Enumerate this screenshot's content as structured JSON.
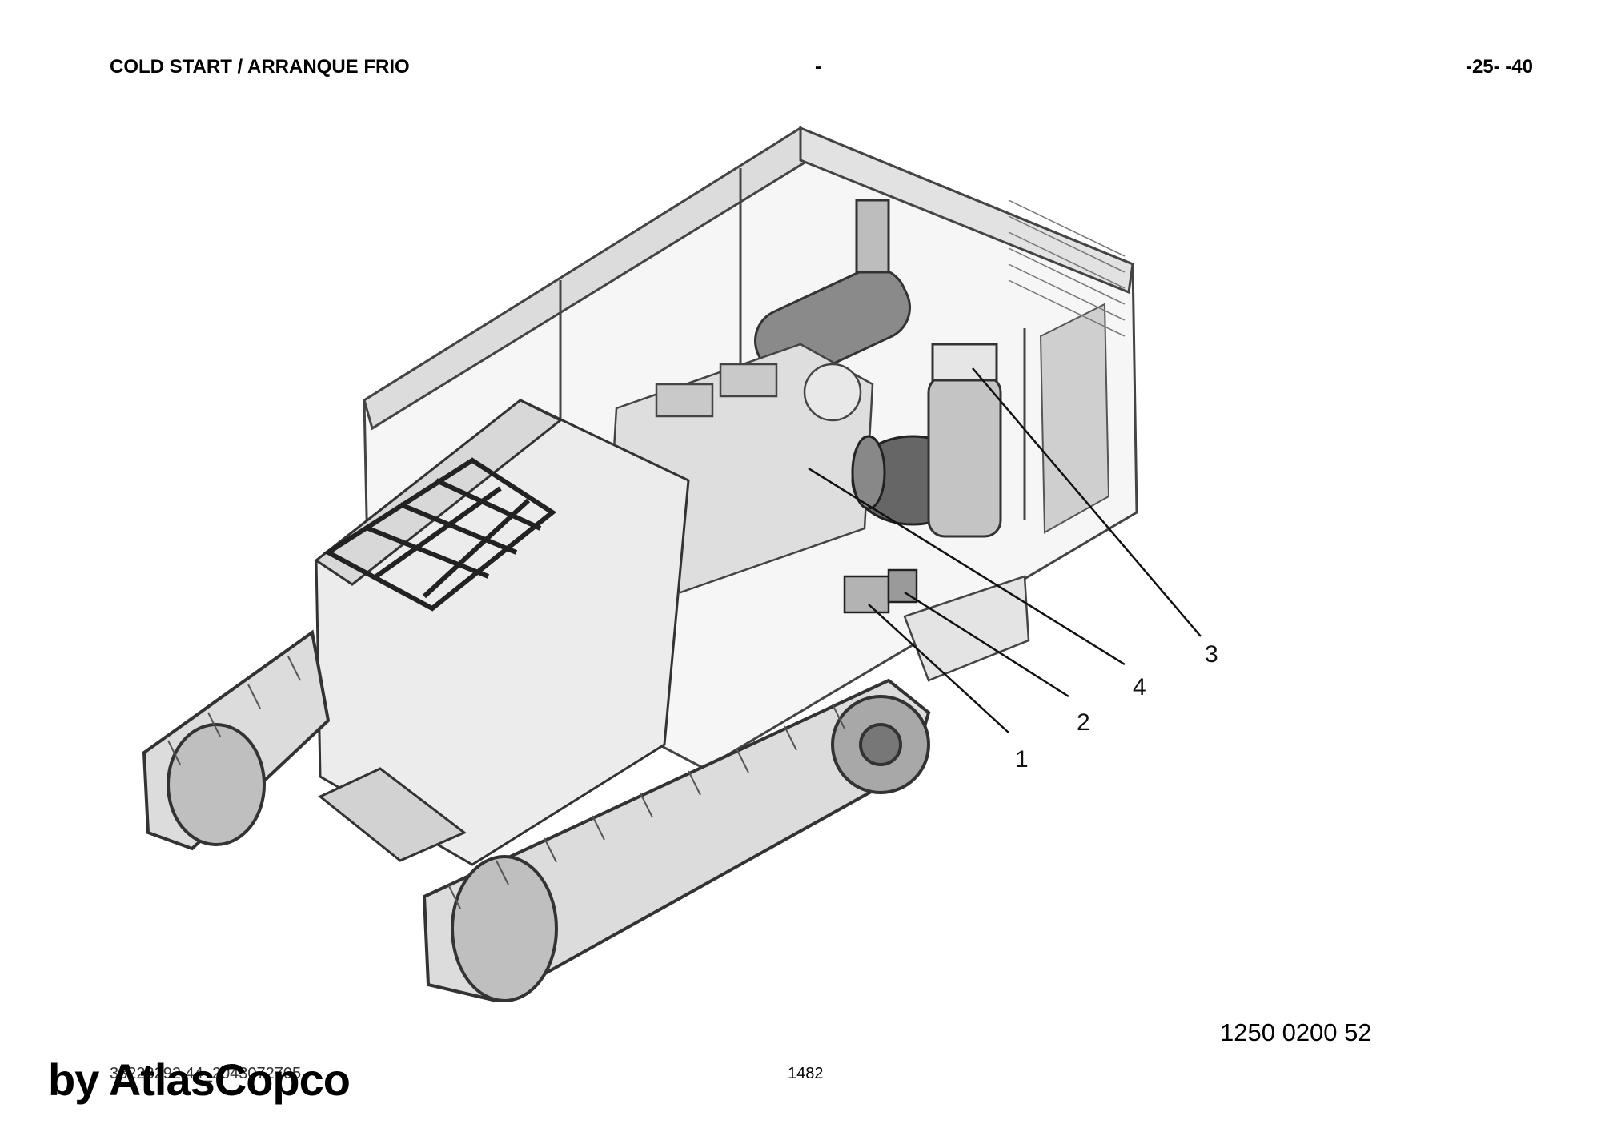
{
  "header": {
    "title": "COLD START / ARRANQUE FRIO",
    "center": "-",
    "section": "-25- -40"
  },
  "figure": {
    "callouts": [
      {
        "number": "1"
      },
      {
        "number": "2"
      },
      {
        "number": "3"
      },
      {
        "number": "4"
      }
    ],
    "reference": "1250 0200 52"
  },
  "footer": {
    "doc_id": "33223292 44_2043072705",
    "page_number": "1482",
    "brand": "by AtlasCopco"
  }
}
